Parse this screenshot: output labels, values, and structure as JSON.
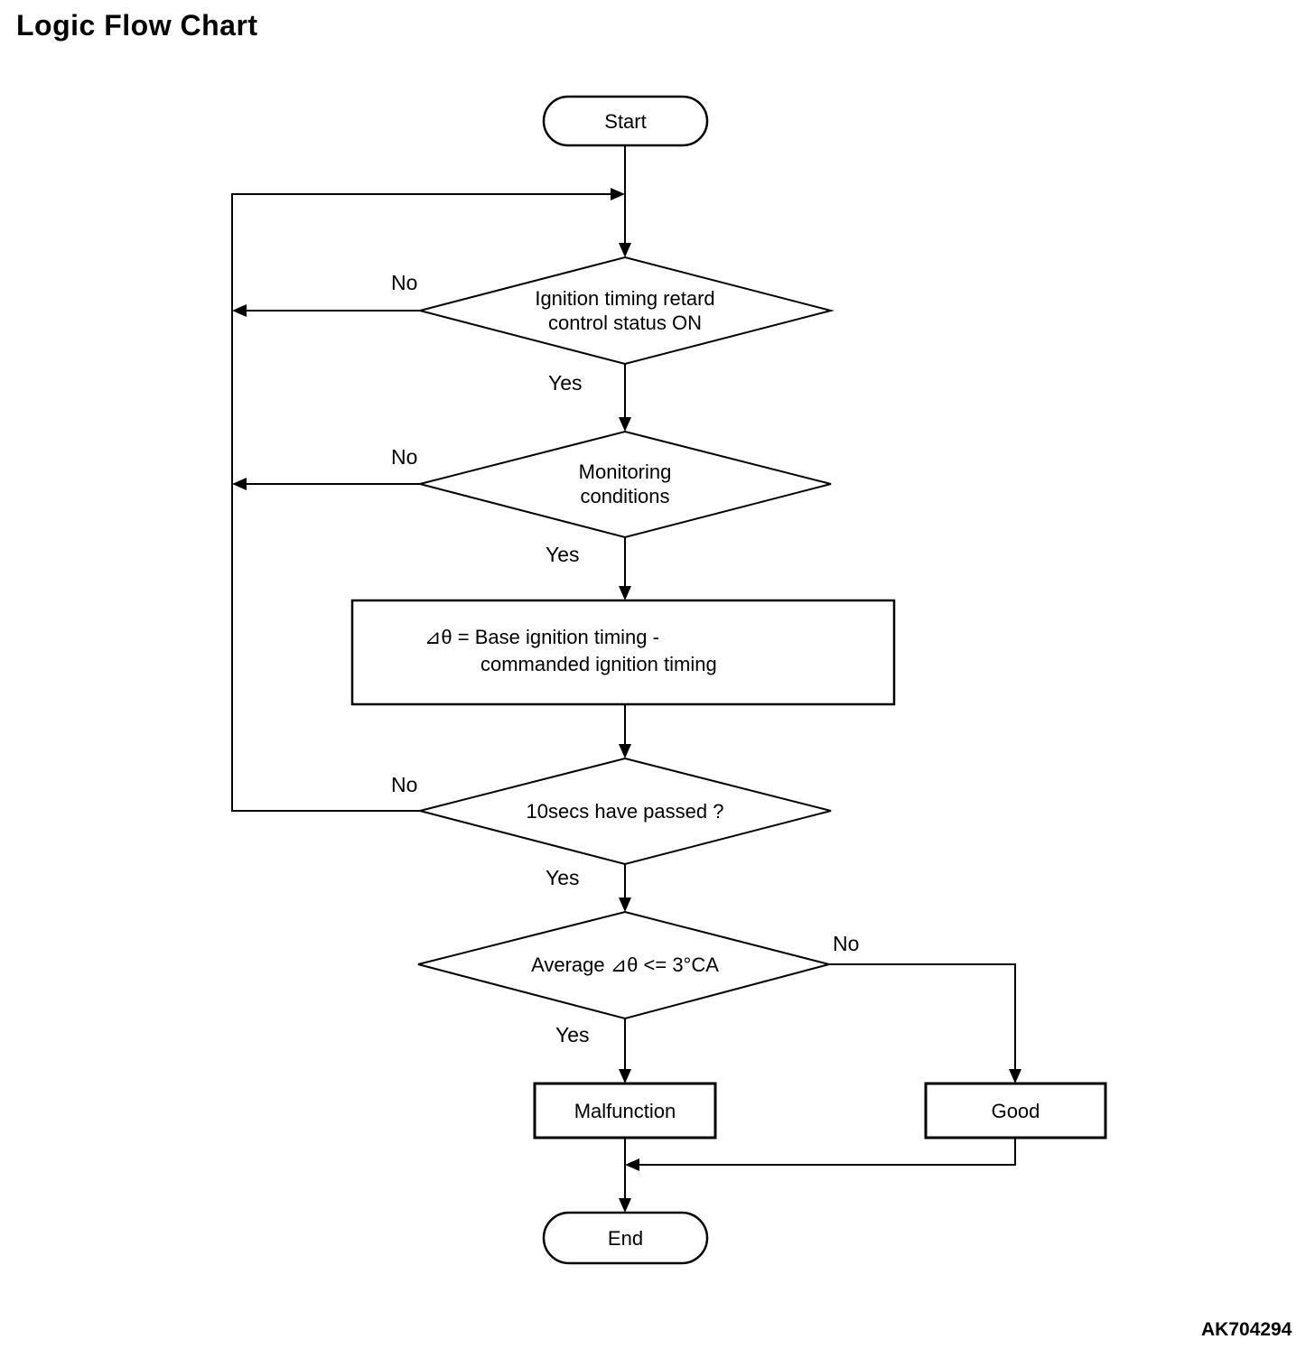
{
  "page": {
    "title": "Logic Flow Chart",
    "figure_code": "AK704294"
  },
  "colors": {
    "background": "#ffffff",
    "line": "#000000",
    "text": "#000000"
  },
  "flowchart": {
    "nodes": [
      {
        "id": "start",
        "type": "terminator",
        "label": "Start"
      },
      {
        "id": "decision-ignition",
        "type": "decision",
        "lines": [
          "Ignition timing retard",
          "control status ON"
        ]
      },
      {
        "id": "decision-monitoring",
        "type": "decision",
        "lines": [
          "Monitoring",
          "conditions"
        ]
      },
      {
        "id": "process-delta",
        "type": "process",
        "lines": [
          "⊿θ = Base ignition timing -",
          "commanded ignition timing"
        ]
      },
      {
        "id": "decision-10secs",
        "type": "decision",
        "label": "10secs have passed ?"
      },
      {
        "id": "decision-average",
        "type": "decision",
        "label": "Average ⊿θ <= 3°CA"
      },
      {
        "id": "malfunction",
        "type": "process",
        "label": "Malfunction"
      },
      {
        "id": "good",
        "type": "process",
        "label": "Good"
      },
      {
        "id": "end",
        "type": "terminator",
        "label": "End"
      }
    ],
    "edge_labels": {
      "ignition_no": "No",
      "ignition_yes": "Yes",
      "monitoring_no": "No",
      "monitoring_yes": "Yes",
      "tensecs_no": "No",
      "tensecs_yes": "Yes",
      "average_no": "No",
      "average_yes": "Yes"
    }
  }
}
